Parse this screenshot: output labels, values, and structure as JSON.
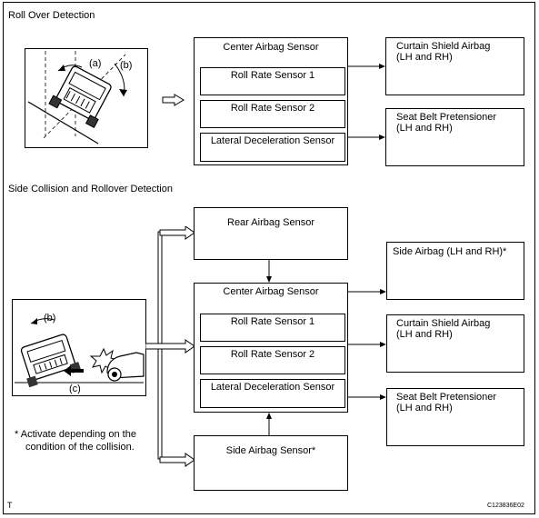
{
  "section1": {
    "title": "Roll Over Detection",
    "center_label": "Center Airbag Sensor",
    "sensors": [
      "Roll Rate Sensor 1",
      "Roll Rate Sensor 2",
      "Lateral Deceleration Sensor"
    ],
    "out1_line1": "Curtain Shield Airbag",
    "out1_line2": "(LH and RH)",
    "out2_line1": "Seat Belt Pretensioner",
    "out2_line2": "(LH and RH)",
    "illus_label_a": "(a)",
    "illus_label_b": "(b)"
  },
  "section2": {
    "title": "Side Collision and Rollover Detection",
    "rear_label": "Rear Airbag Sensor",
    "center_label": "Center Airbag Sensor",
    "sensors": [
      "Roll Rate Sensor 1",
      "Roll Rate Sensor 2",
      "Lateral Deceleration Sensor"
    ],
    "side_sensor_label": "Side Airbag Sensor*",
    "out0_line1": "Side Airbag (LH and RH)*",
    "out1_line1": "Curtain Shield Airbag",
    "out1_line2": "(LH and RH)",
    "out2_line1": "Seat Belt Pretensioner",
    "out2_line2": "(LH and RH)",
    "illus_label_b": "(b)",
    "illus_label_c": "(c)",
    "note_line1": "*  Activate depending on the",
    "note_line2": "condition of the collision."
  },
  "footer": {
    "left": "T",
    "right": "C123836E02"
  }
}
